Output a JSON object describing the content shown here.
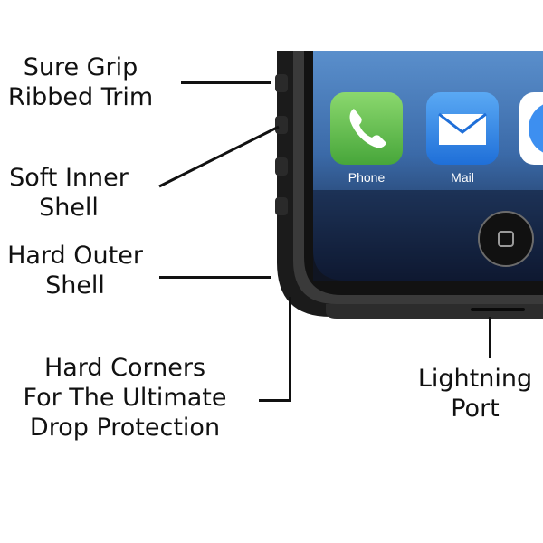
{
  "callouts": {
    "grip": {
      "line1": "Sure Grip",
      "line2": "Ribbed Trim"
    },
    "inner": {
      "line1": "Soft Inner",
      "line2": "Shell"
    },
    "outer": {
      "line1": "Hard Outer",
      "line2": "Shell"
    },
    "corners": {
      "line1": "Hard Corners",
      "line2": "For The Ultimate",
      "line3": "Drop Protection"
    },
    "port": {
      "line1": "Lightning",
      "line2": "Port"
    }
  },
  "phone_screen": {
    "apps": [
      {
        "label": "Phone",
        "icon": "phone-app-icon"
      },
      {
        "label": "Mail",
        "icon": "mail-app-icon"
      },
      {
        "label": "",
        "icon": "safari-app-icon"
      }
    ],
    "home_button_icon": "home-button-icon"
  },
  "colors": {
    "case": "#1e1e1e",
    "screen_top": "#4a7fc1",
    "screen_bottom": "#0f1a33",
    "phone_icon": "#5fc24c",
    "mail_icon": "#2f82e8",
    "text": "#111111"
  }
}
